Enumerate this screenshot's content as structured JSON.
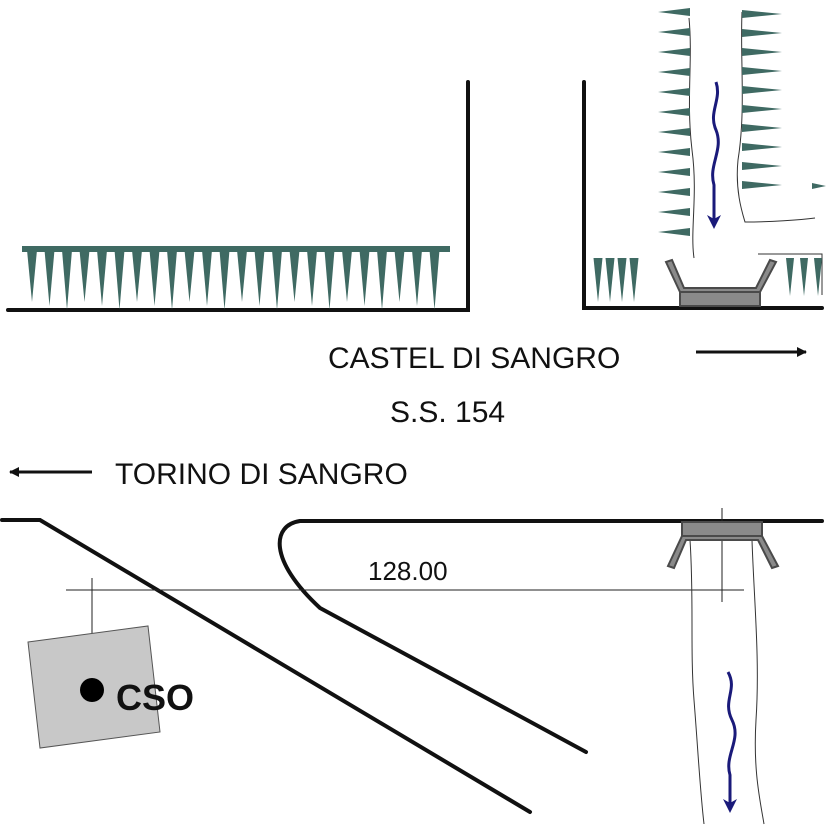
{
  "labels": {
    "castel_di_sangro": "CASTEL DI SANGRO",
    "ss154": "S.S. 154",
    "torino_di_sangro": "TORINO  DI SANGRO",
    "elevation": "128.00",
    "cso": "CSO"
  },
  "colors": {
    "vegetation": "#3f6a63",
    "flow_arrow": "#1a1a7a",
    "bridge": "#8a8a8a",
    "site_box": "#c8c8c8",
    "road": "#111111"
  },
  "icons": {
    "direction_east": "arrow-right-icon",
    "direction_west": "arrow-left-icon",
    "water_flow": "flow-arrow-icon",
    "site_point": "point-marker-icon"
  }
}
